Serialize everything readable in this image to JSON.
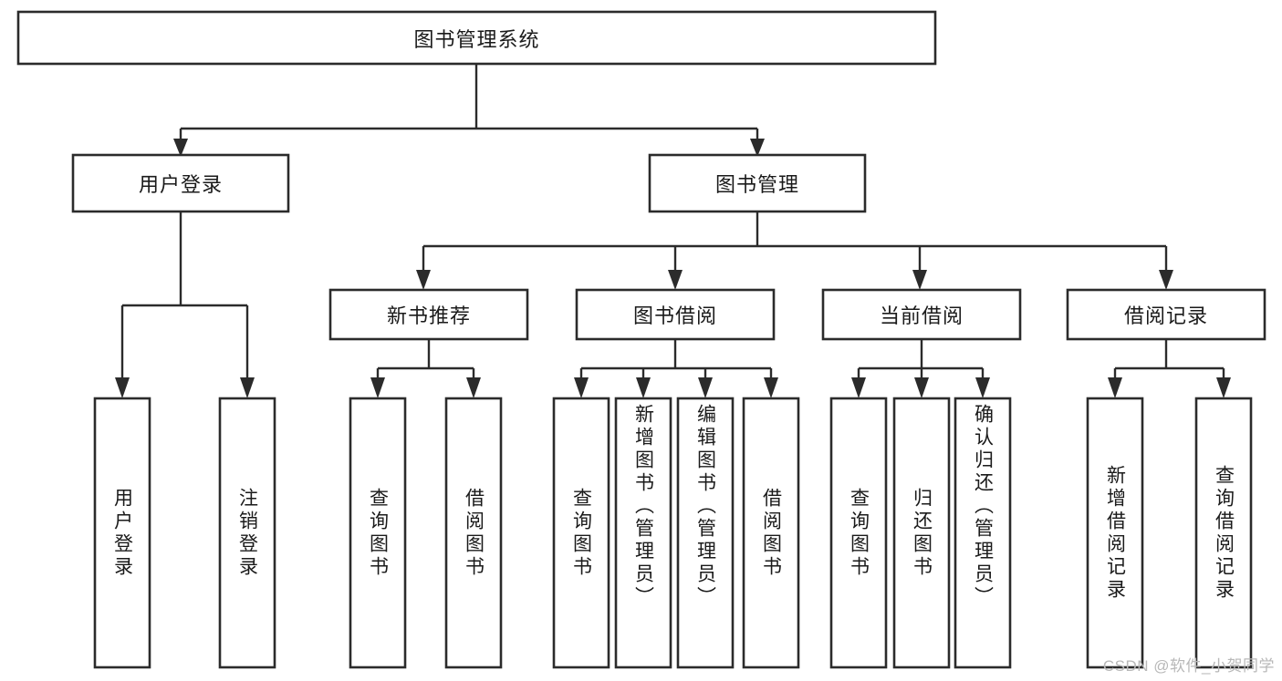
{
  "diagram": {
    "type": "tree-hierarchy",
    "title": "图书管理系统",
    "watermark": "CSDN @软件_小贺同学",
    "colors": {
      "background": "#ffffff",
      "stroke": "#2b2b2b",
      "text": "#1a1a1a",
      "watermark": "#b8b8b8"
    },
    "levels": {
      "root": {
        "label": "图书管理系统"
      },
      "level2": [
        {
          "label": "用户登录"
        },
        {
          "label": "图书管理"
        }
      ],
      "level3": [
        {
          "label": "新书推荐"
        },
        {
          "label": "图书借阅"
        },
        {
          "label": "当前借阅"
        },
        {
          "label": "借阅记录"
        }
      ]
    },
    "leaves": {
      "user_login": [
        {
          "label": "用户登录"
        },
        {
          "label": "注销登录"
        }
      ],
      "new_book_recommend": [
        {
          "label": "查询图书"
        },
        {
          "label": "借阅图书"
        }
      ],
      "book_borrow": [
        {
          "label": "查询图书"
        },
        {
          "label": "新增图书（管理员）"
        },
        {
          "label": "编辑图书（管理员）"
        },
        {
          "label": "借阅图书"
        }
      ],
      "current_borrow": [
        {
          "label": "查询图书"
        },
        {
          "label": "归还图书"
        },
        {
          "label": "确认归还（管理员）"
        }
      ],
      "borrow_record": [
        {
          "label": "新增借阅记录"
        },
        {
          "label": "查询借阅记录"
        }
      ]
    }
  }
}
